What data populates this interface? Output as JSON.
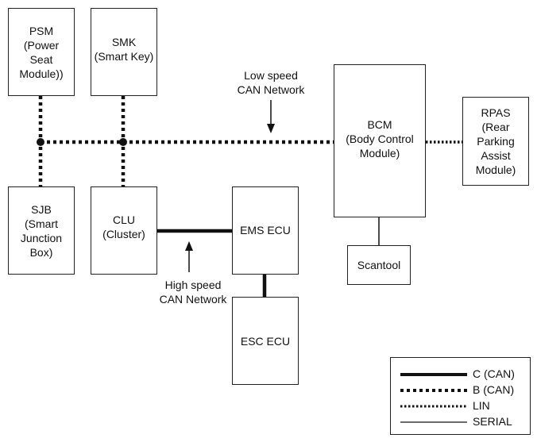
{
  "modules": {
    "psm": "PSM\n(Power\nSeat\nModule))",
    "smk": "SMK\n(Smart Key)",
    "sjb": "SJB\n(Smart\nJunction\nBox)",
    "clu": "CLU\n(Cluster)",
    "ems": "EMS ECU",
    "esc": "ESC ECU",
    "bcm": "BCM\n(Body Control\nModule)",
    "scantool": "Scantool",
    "rpas": "RPAS\n(Rear\nParking\nAssist\nModule)"
  },
  "annotations": {
    "low_speed": "Low speed\nCAN Network",
    "high_speed": "High speed\nCAN Network"
  },
  "legend": {
    "items": [
      {
        "label": "C (CAN)",
        "style": "thick-solid"
      },
      {
        "label": "B (CAN)",
        "style": "thick-dotted"
      },
      {
        "label": "LIN",
        "style": "fine-dotted"
      },
      {
        "label": "SERIAL",
        "style": "thin-solid"
      }
    ]
  },
  "colors": {
    "line": "#111111",
    "box_border": "#222222"
  }
}
